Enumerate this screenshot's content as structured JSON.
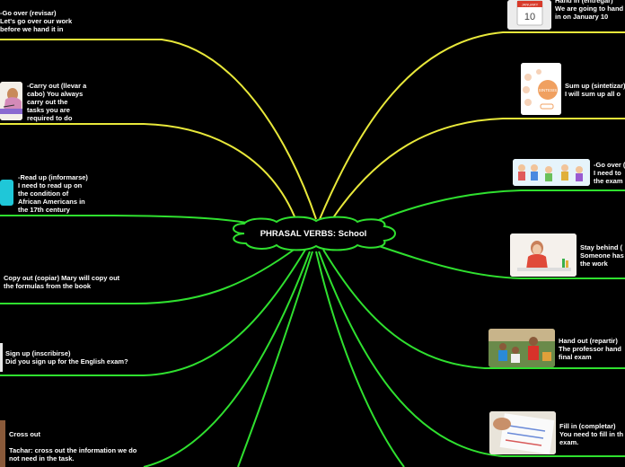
{
  "map": {
    "title": "PHRASAL VERBS: School",
    "colors": {
      "background": "#000000",
      "yellow_branch": "#e8e83a",
      "green_branch": "#2fe02f",
      "center_outline": "#2fe02f"
    }
  },
  "left": [
    {
      "text": "-Go over (revisar)\nLet's go over our work\nbefore we hand it in"
    },
    {
      "text": "-Carry out (llevar a\ncabo) You always\ncarry out the\ntasks you are\nrequired to do"
    },
    {
      "text": "-Read up (informarse)\nI need to read up on\nthe condition of\nAfrican Americans in\nthe 17th century"
    },
    {
      "text": "Copy out (copiar) Mary will copy out\nthe formulas from the book"
    },
    {
      "text": "Sign up (inscribirse)\nDid you sign up for the English exam?"
    },
    {
      "text": "Cross out\n\nTachar: cross out the information we do\nnot need in the task."
    }
  ],
  "right": [
    {
      "text": "Hand in (entregar)\nWe are going to hand\nin on January 10",
      "image_text": "10",
      "image_header": "JANUARY"
    },
    {
      "text": "Sum up (sintetizar)\nI will sum up all o",
      "image_text": "SINTESIS"
    },
    {
      "text": "-Go over (\nI need to\nthe exam"
    },
    {
      "text": "Stay behind (\nSomeone has\nthe work"
    },
    {
      "text": "Hand out (repartir)\nThe professor hand\nfinal exam"
    },
    {
      "text": "Fill in (completar)\nYou need to fill in th\nexam."
    }
  ]
}
